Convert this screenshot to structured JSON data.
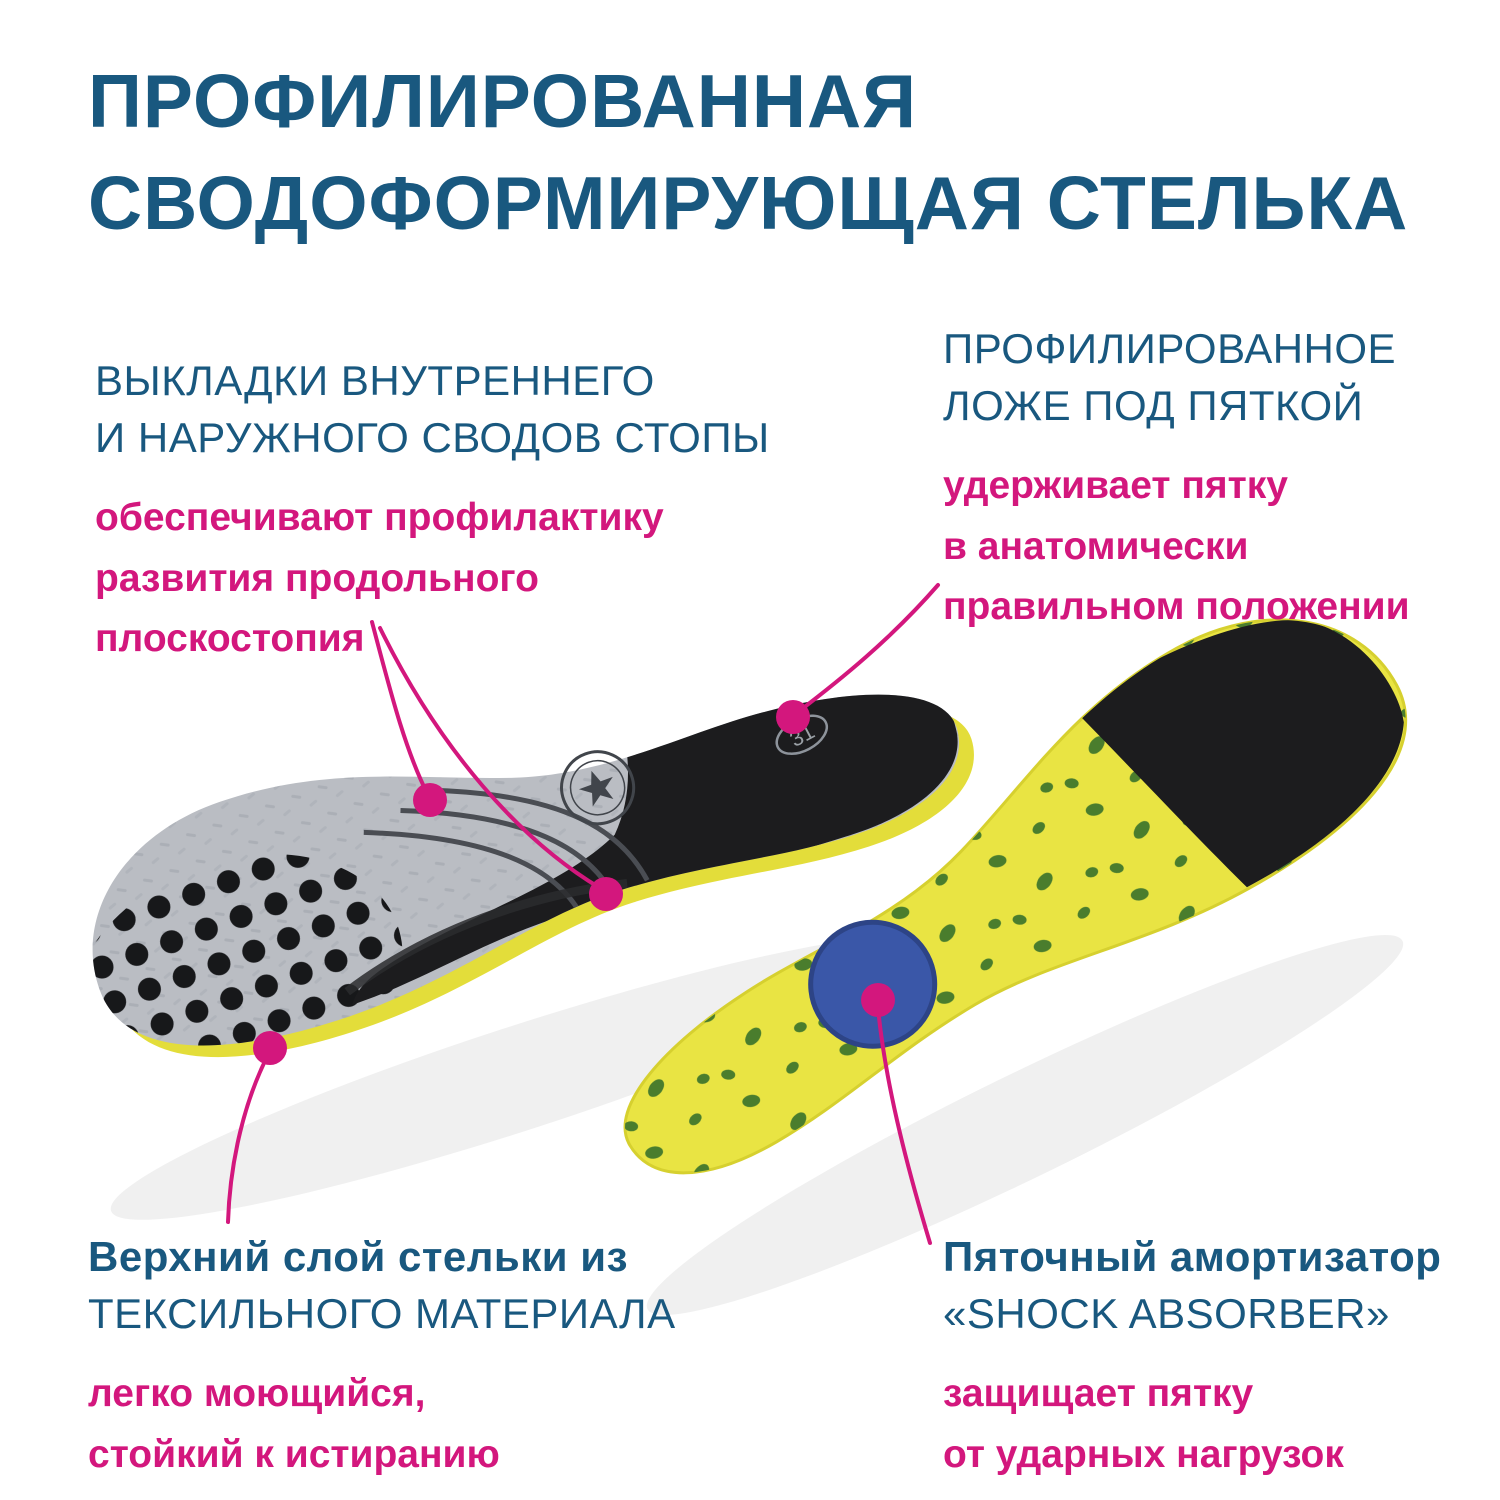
{
  "title": {
    "lines": [
      "ПРОФИЛИРОВАННАЯ",
      "СВОДОФОРМИРУЮЩАЯ СТЕЛЬКА"
    ]
  },
  "colors": {
    "heading_blue": "#19587f",
    "accent_magenta": "#d3177d",
    "insole_gray": "#babdc3",
    "insole_yellow": "#e9e443",
    "insole_black": "#1c1c1e",
    "shock_pad_blue": "#3a57a8",
    "dot_green": "#4a7d2d"
  },
  "callouts": {
    "arch_support": {
      "heading": [
        "ВЫКЛАДКИ ВНУТРЕННЕГО",
        "И НАРУЖНОГО СВОДОВ СТОПЫ"
      ],
      "body": [
        "обеспечивают профилактику",
        "развития продольного",
        "плоскостопия"
      ]
    },
    "heel_bed": {
      "heading": [
        "ПРОФИЛИРОВАННОЕ",
        "ЛОЖЕ ПОД ПЯТКОЙ"
      ],
      "body": [
        "удерживает пятку",
        "в анатомически",
        "правильном положении"
      ]
    },
    "top_layer": {
      "heading": [
        "Верхний слой стельки из",
        "ТЕКСИЛЬНОГО МАТЕРИАЛА"
      ],
      "body": [
        "легко моющийся,",
        "стойкий к истиранию"
      ]
    },
    "shock_absorber": {
      "heading": [
        "Пяточный амортизатор",
        "«SHOCK ABSORBER»"
      ],
      "body": [
        "защищает пятку",
        "от ударных нагрузок"
      ]
    }
  },
  "insole_markings": {
    "size_mark": "31"
  }
}
